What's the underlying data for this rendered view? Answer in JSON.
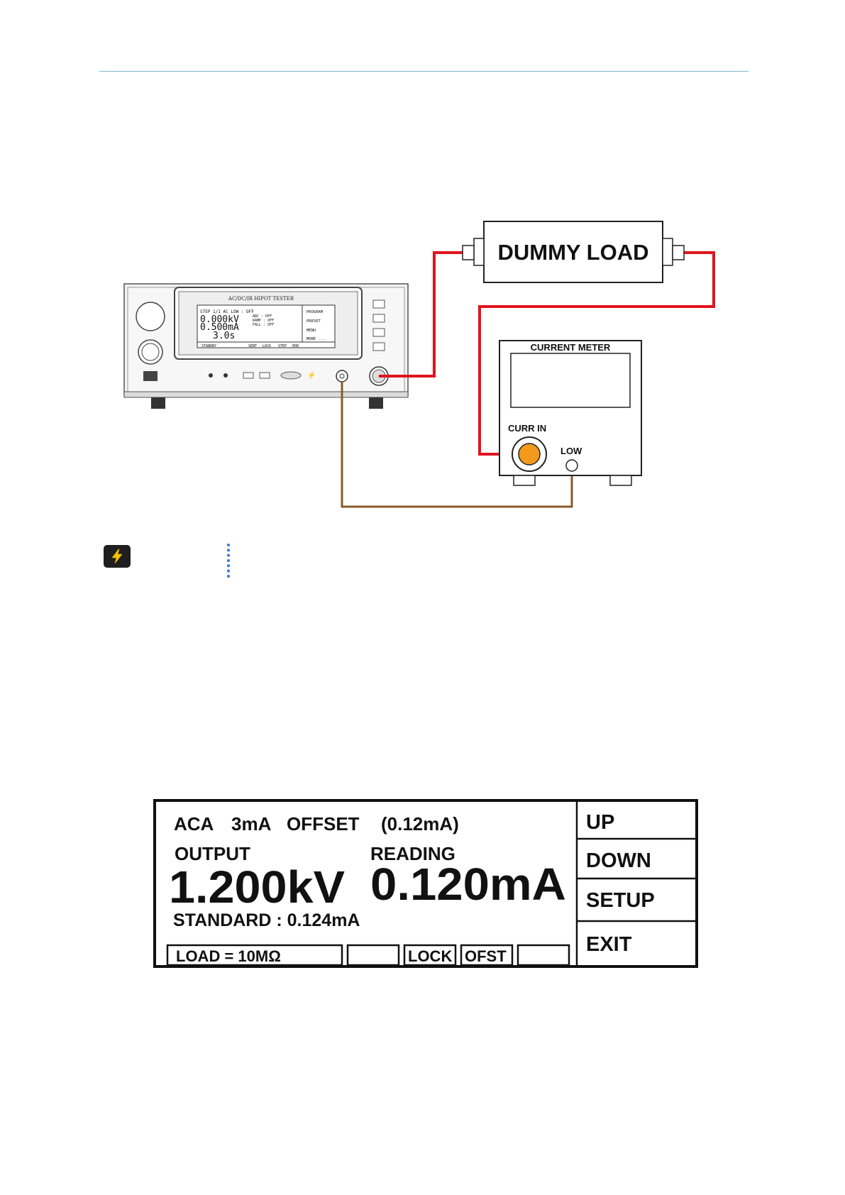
{
  "header": {},
  "diagram": {
    "tester_title": "AC/DC/IR HIPOT TESTER",
    "tester_screen": {
      "line1": "STEP  1/1  AC   LOW  :  OFF",
      "voltage": "0.000kV",
      "current": "0.500mA",
      "time": "3.0s",
      "arc": "ARC  :  OFF",
      "ramp": "RAMP :  OFF",
      "fall": "FALL :  OFF",
      "soft_keys": [
        "PROGRAM",
        "PRESET",
        "MENU",
        "MORE ..."
      ],
      "bottom_cells": [
        "STANDBY",
        "SENT",
        "LOCK",
        "STEP",
        "ERR"
      ]
    },
    "dummy_load_label": "DUMMY LOAD",
    "current_meter_label": "CURRENT METER",
    "curr_in_label": "CURR IN",
    "low_label": "LOW"
  },
  "warning": {
    "icon": "lightning-icon"
  },
  "lcd": {
    "mode": "ACA",
    "range": "3mA",
    "offset_label": "OFFSET",
    "offset_value": "(0.12mA)",
    "output_label": "OUTPUT",
    "output_value": "1.200kV",
    "reading_label": "READING",
    "reading_value": "0.120mA",
    "standard": "STANDARD : 0.124mA",
    "status_load": "LOAD = 10MΩ",
    "status_lock": "LOCK",
    "status_ofst": "OFST",
    "soft_up": "UP",
    "soft_down": "DOWN",
    "soft_setup": "SETUP",
    "soft_exit": "EXIT"
  },
  "colors": {
    "rule": "#7fb7d6",
    "red_wire": "#e0141e",
    "brown_wire": "#8a5a2b",
    "orange_jack": "#f39a1c",
    "warning_blue": "#3b6fe0"
  }
}
